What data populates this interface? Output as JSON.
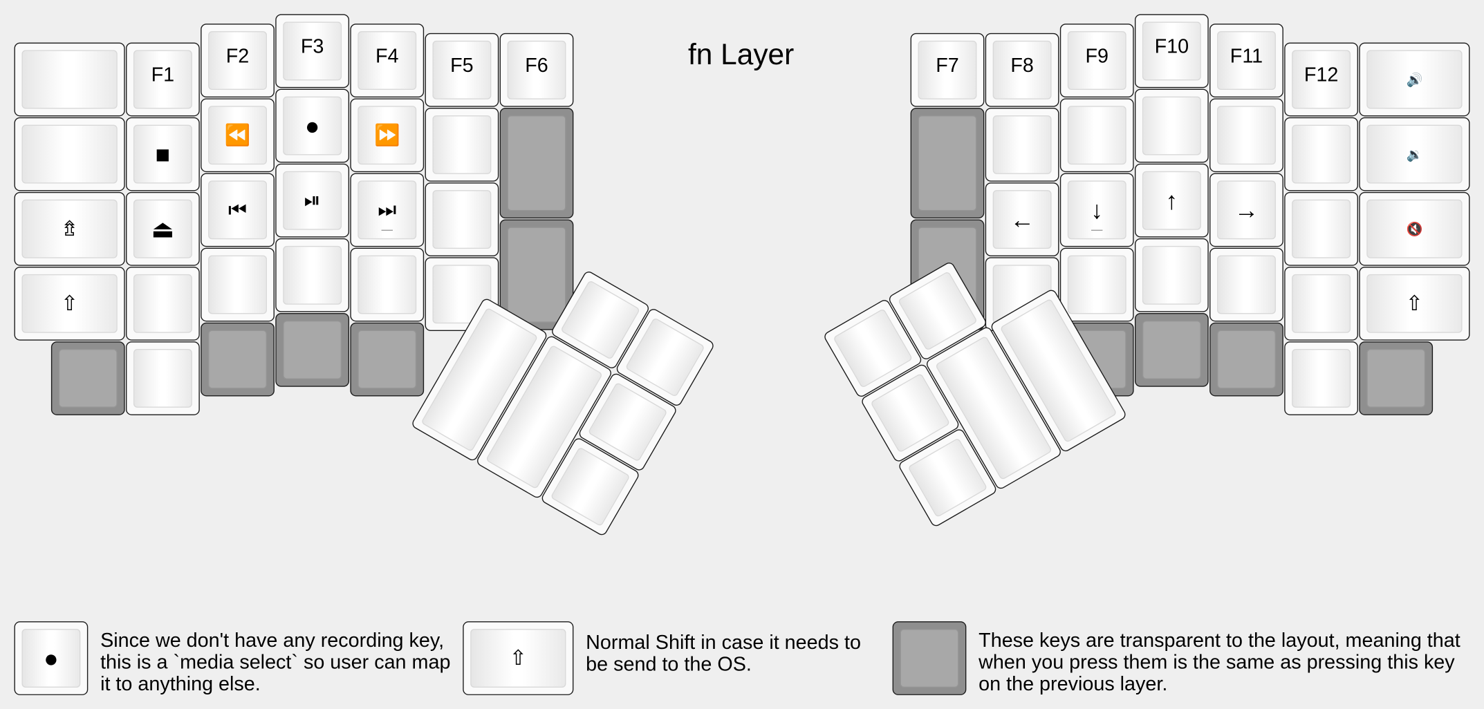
{
  "title": "fn Layer",
  "colors": {
    "background": "#efefef",
    "key_face": "#fafafa",
    "transparent_key": "#8f8f8f",
    "border": "#1a1a1a"
  },
  "keys": {
    "f1": "F1",
    "f2": "F2",
    "f3": "F3",
    "f4": "F4",
    "f5": "F5",
    "f6": "F6",
    "f7": "F7",
    "f8": "F8",
    "f9": "F9",
    "f10": "F10",
    "f11": "F11",
    "f12": "F12",
    "stop": "■",
    "rewind": "⏪",
    "record": "●",
    "fast_forward": "⏩",
    "eject": "⏏",
    "previous_track": "⏮",
    "play_pause": "⏯",
    "next_track": "⏭",
    "shift_lock": "⇯",
    "shift": "⇧",
    "volume_up": "🔊",
    "volume_down": "🔉",
    "mute": "🔇",
    "arrow_left": "←",
    "arrow_down": "↓",
    "arrow_up": "↑",
    "arrow_right": "→"
  },
  "icons": {
    "stop": "stop-icon",
    "rewind": "rewind-icon",
    "record": "record-icon",
    "fast_forward": "fast-forward-icon",
    "eject": "eject-icon",
    "previous_track": "previous-track-icon",
    "play_pause": "play-pause-icon",
    "next_track": "next-track-icon",
    "shift_lock": "shift-lock-icon",
    "shift": "shift-icon",
    "volume_up": "volume-up-icon",
    "volume_down": "volume-down-icon",
    "mute": "mute-icon"
  },
  "legend": {
    "record_text": "Since we don't have any recording key, this is a `media select` so user can map it to anything else.",
    "shift_text": "Normal Shift in case it needs to be send to the OS.",
    "transparent_text": "These keys are transparent to the layout, meaning that when you press them is the same as pressing this key on the previous layer."
  }
}
